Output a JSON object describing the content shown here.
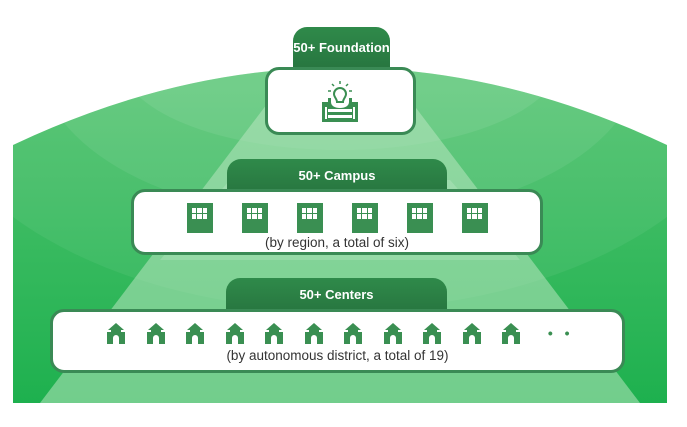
{
  "colors": {
    "dark_green": "#2f8a4a",
    "mid_green": "#3a8f52",
    "bg_green": "#3cbb60",
    "beam": "#9ed9a9"
  },
  "foundation": {
    "label": "50+ Foundation",
    "icon": "lightbulb-office-icon"
  },
  "campus": {
    "label": "50+ Campus",
    "caption": "(by region, a total of six)",
    "icon": "building-icon",
    "icon_count": 6
  },
  "centers": {
    "label": "50+ Centers",
    "caption": "(by autonomous district, a total of 19)",
    "icon": "house-icon",
    "icon_count": 11,
    "more_indicator": "• •"
  }
}
